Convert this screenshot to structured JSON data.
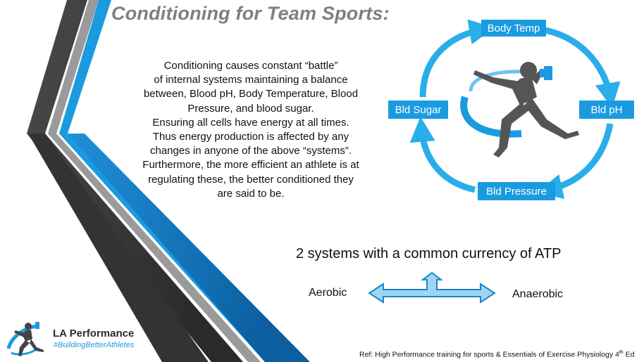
{
  "slide": {
    "title": "Conditioning for Team Sports:",
    "body_lines": [
      "Conditioning causes constant “battle”",
      "of internal systems maintaining a balance",
      "between, Blood pH, Body Temperature, Blood",
      "Pressure, and blood sugar.",
      "Ensuring all cells have energy at all times.",
      "Thus energy production is affected by any",
      "changes in anyone of the above “systems”.",
      "Furthermore, the more efficient an athlete is at",
      "regulating these, the better conditioned they",
      "are said to be."
    ]
  },
  "cycle": {
    "top": "Body Temp",
    "right": "Bld pH",
    "bottom": "Bld Pressure",
    "left": "Bld Sugar"
  },
  "energy": {
    "heading": "2 systems with a common currency of ATP",
    "left": "Aerobic",
    "right": "Anaerobic"
  },
  "reference": {
    "text": "Ref: High Performance training for sports &   Essentials of Exercise Physiology 4",
    "superscript": "th",
    "suffix": " Ed"
  },
  "logo": {
    "name": "LA Performance",
    "tagline": "#BuildingBetterAthletes"
  },
  "colors": {
    "accent": "#1a9be0",
    "dark_stripe": "#3a3a3a",
    "title_gray": "#7f7f7f"
  },
  "icons": [
    "sprinter-icon",
    "cycle-arrow-icon",
    "double-arrow-icon"
  ]
}
